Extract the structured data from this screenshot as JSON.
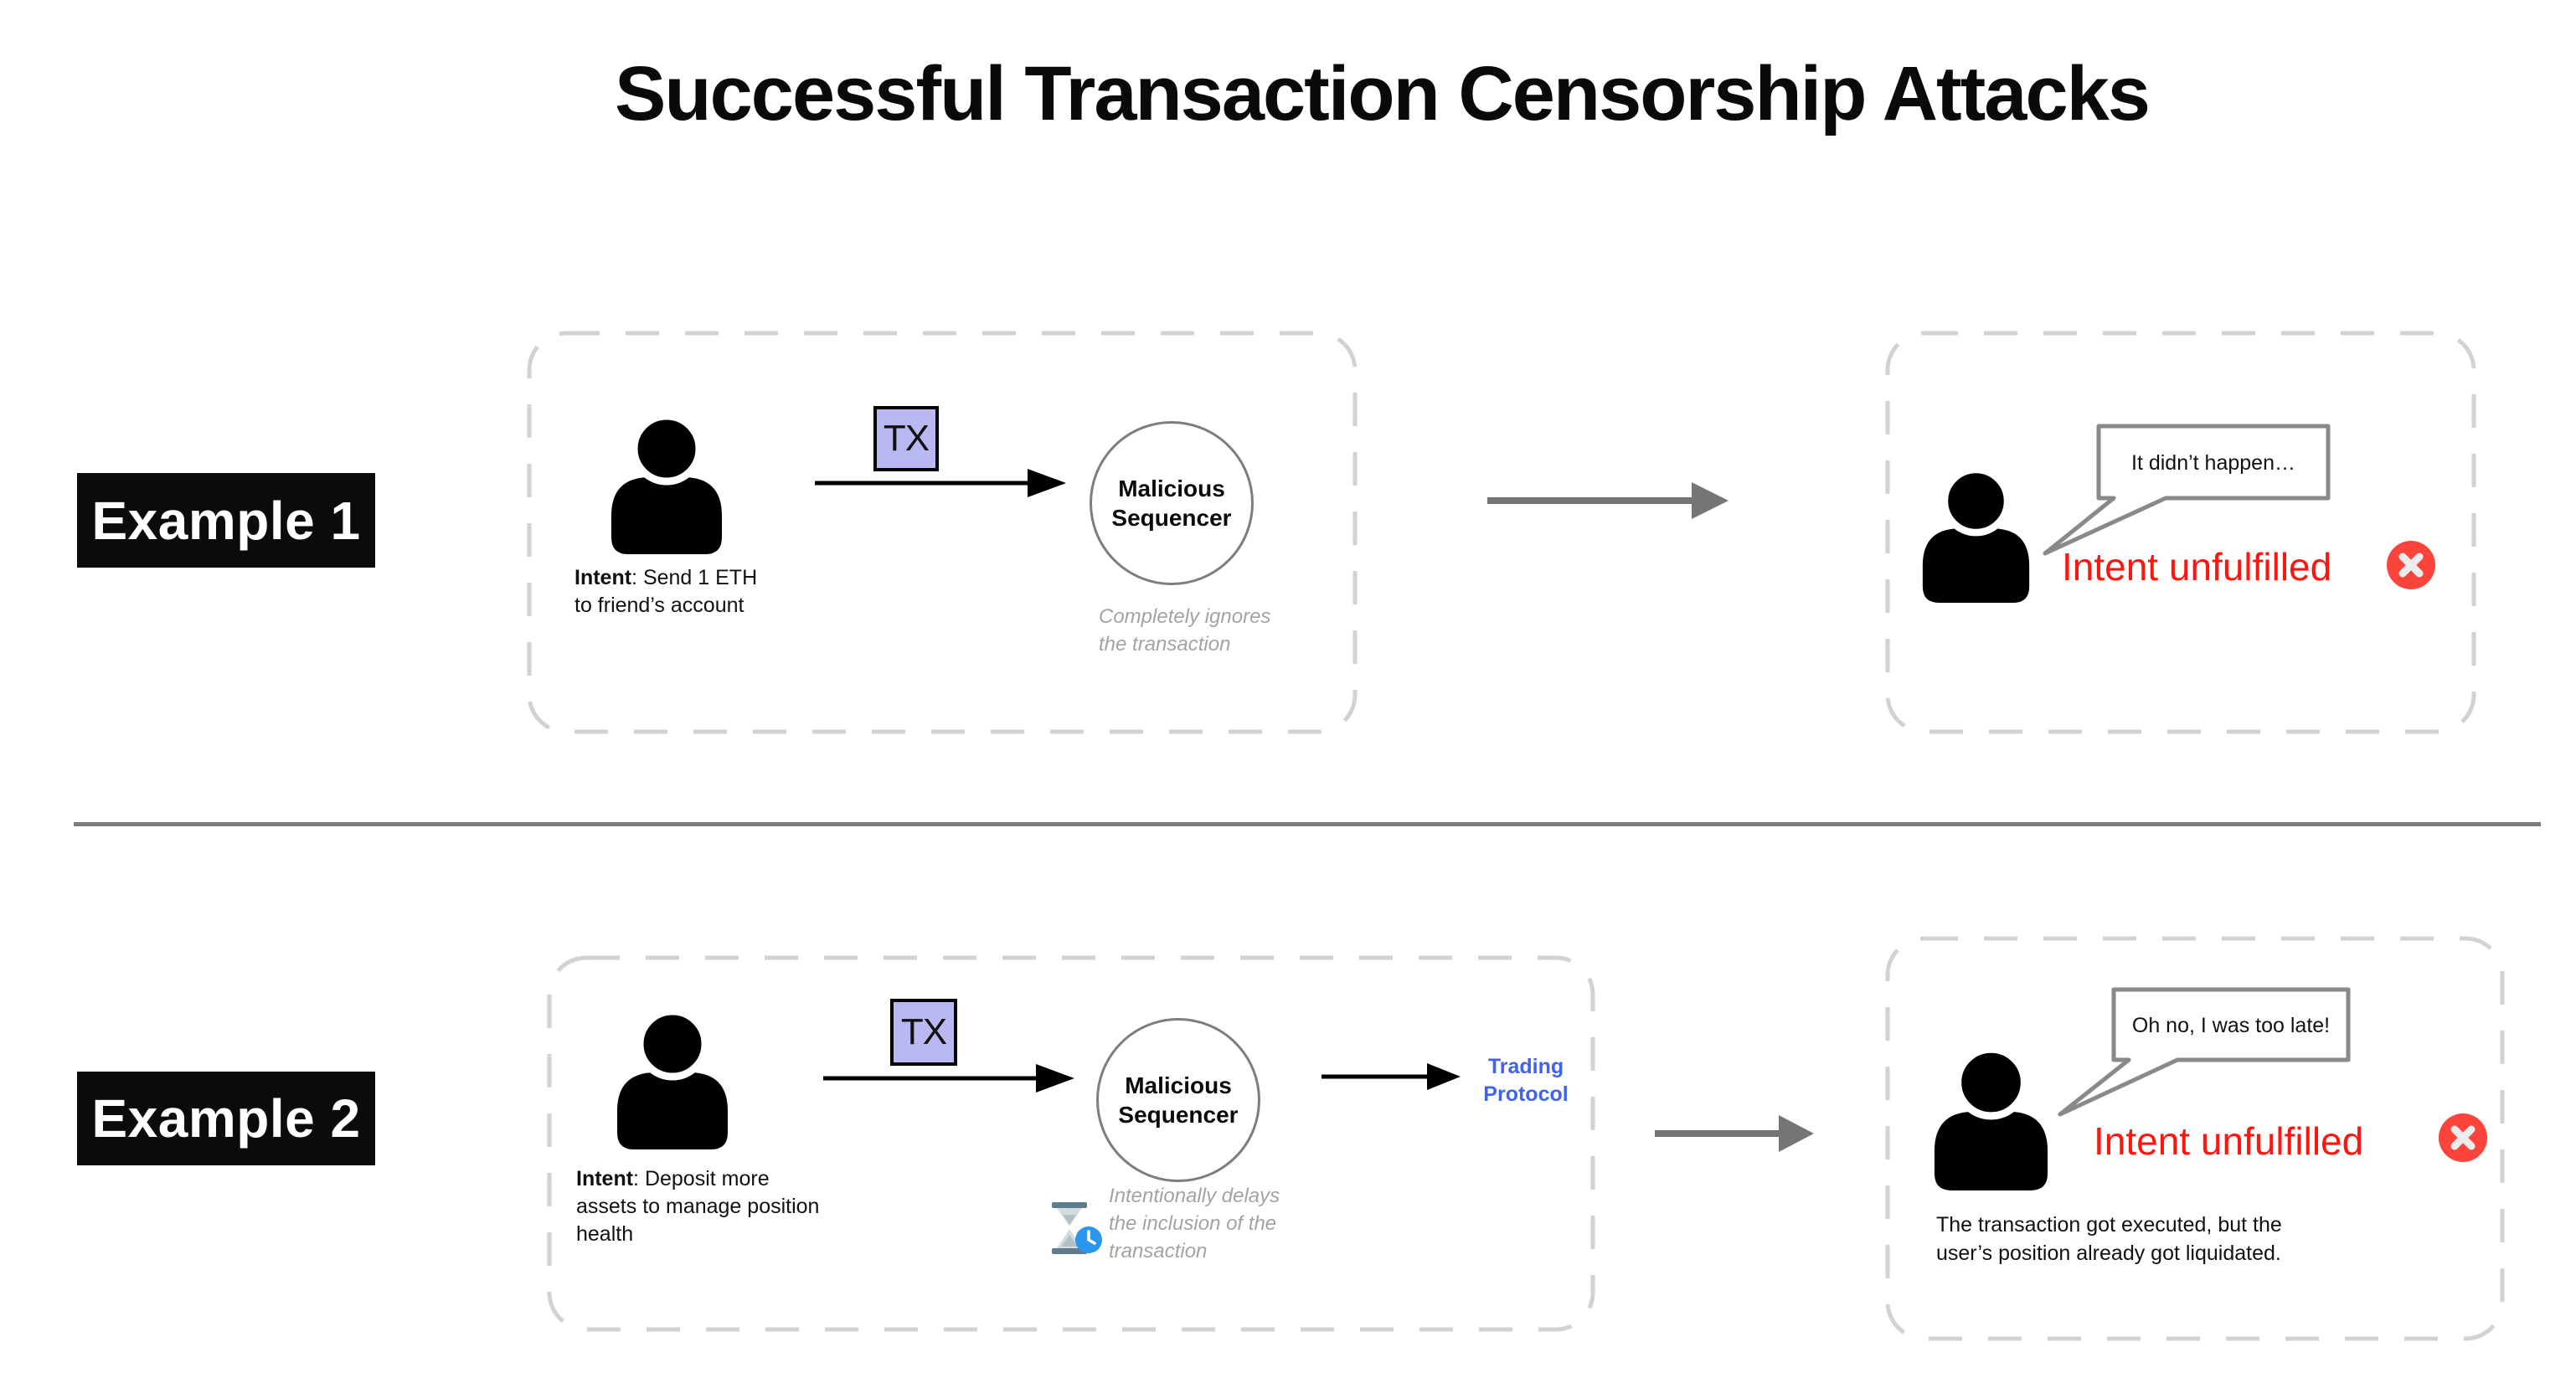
{
  "title": "Successful Transaction Censorship Attacks",
  "colors": {
    "status_red": "#fe1510",
    "badge_red": "#fb453c",
    "tx_fill": "#b9b8f3",
    "trading_blue": "#4063ef",
    "dash_gray": "#d2d2d2",
    "annotation_gray": "#a3a3a3",
    "arrow_gray": "#757575",
    "bubble_border": "#898989"
  },
  "example1": {
    "label": "Example 1",
    "intent": {
      "label": "Intent",
      "rest": ": Send 1 ETH",
      "lines": [
        "to friend’s account"
      ]
    },
    "tx": "TX",
    "sequencer": {
      "lines": [
        "Malicious",
        "Sequencer"
      ]
    },
    "annotation": {
      "lines": [
        "Completely ignores",
        "the transaction"
      ]
    },
    "result": {
      "speech": "It didn’t happen…",
      "status": "Intent unfulfilled"
    }
  },
  "example2": {
    "label": "Example 2",
    "intent": {
      "label": "Intent",
      "rest": ": Deposit more",
      "lines": [
        "assets to manage position",
        "health"
      ]
    },
    "tx": "TX",
    "sequencer": {
      "lines": [
        "Malicious",
        "Sequencer"
      ]
    },
    "annotation": {
      "lines": [
        "Intentionally delays",
        "the inclusion of the",
        "transaction"
      ]
    },
    "destination": {
      "lines": [
        "Trading",
        "Protocol"
      ]
    },
    "result": {
      "speech": "Oh no, I was too late!",
      "status": "Intent unfulfilled",
      "note_lines": [
        "The transaction got executed, but the",
        "user’s position already got liquidated."
      ]
    }
  }
}
